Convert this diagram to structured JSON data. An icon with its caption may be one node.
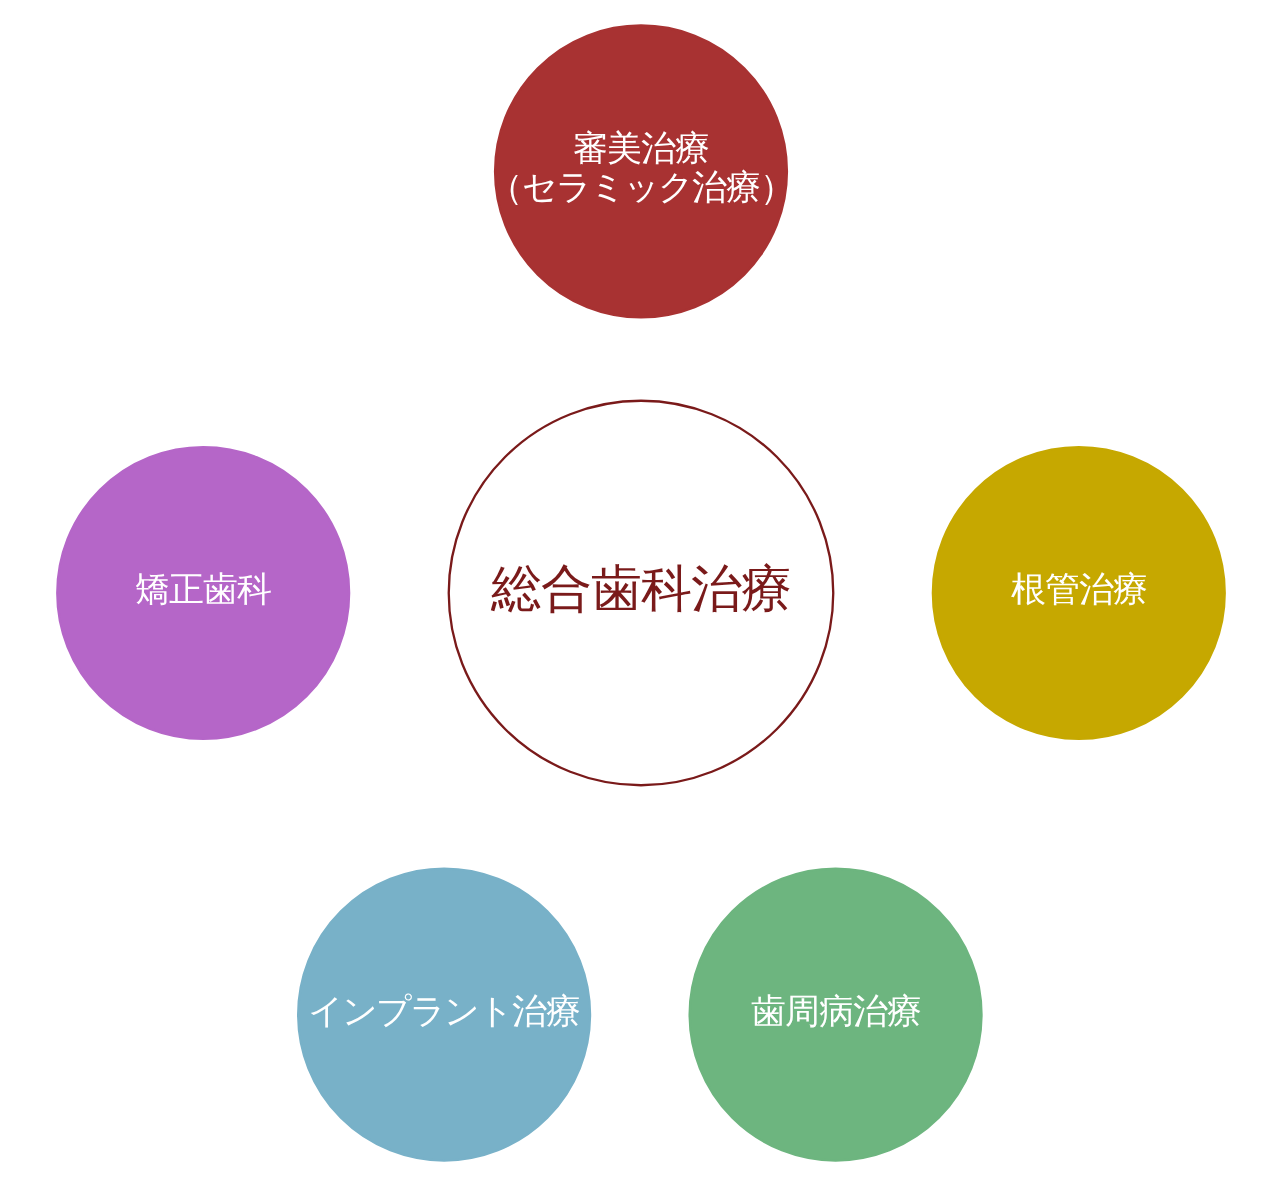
{
  "diagram": {
    "nodes": [
      {
        "text": [
          "審美治療",
          "（セラミック治療）"
        ]
      },
      {
        "text": [
          "矯正歯科"
        ]
      },
      {
        "text": [
          "総合歯科治療"
        ]
      },
      {
        "text": [
          "根管治療"
        ]
      },
      {
        "text": [
          "インプラント治療"
        ]
      },
      {
        "text": [
          "歯周病治療"
        ]
      }
    ],
    "edges": []
  }
}
